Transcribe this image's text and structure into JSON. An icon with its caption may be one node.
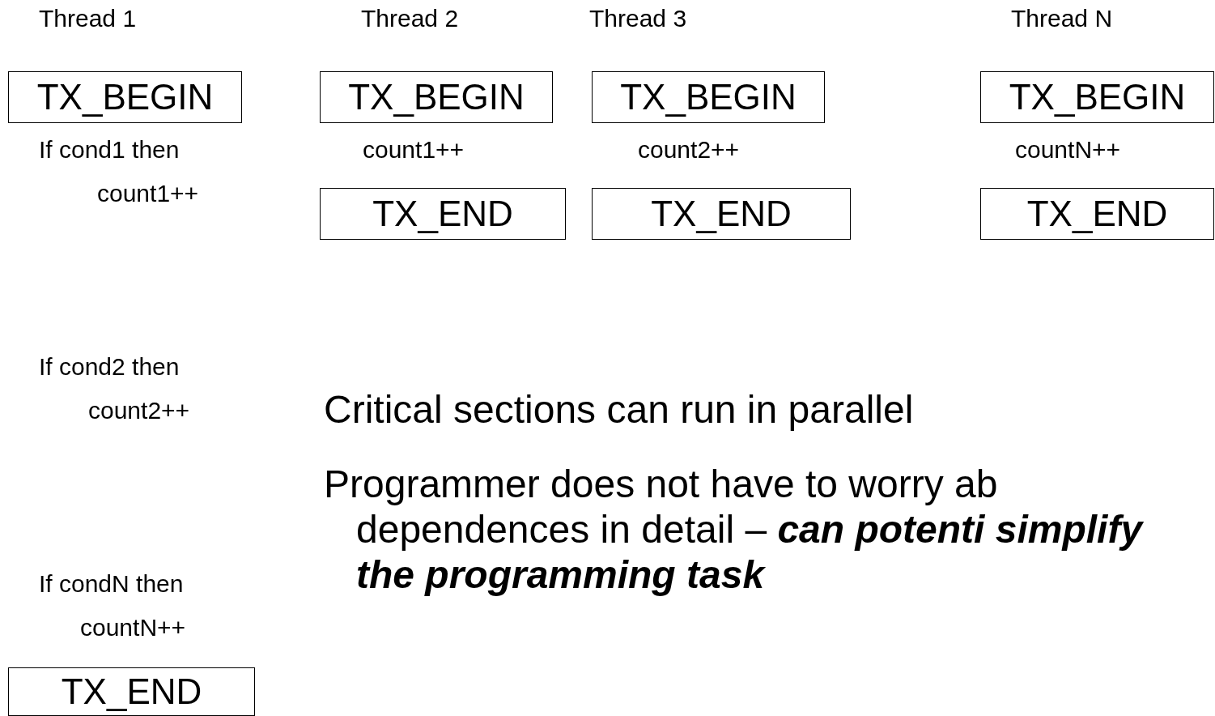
{
  "diagram": {
    "nodes": [
      {
        "text": [
          "TX_BEGIN"
        ]
      },
      {
        "text": [
          "TX_BEGIN"
        ]
      },
      {
        "text": [
          "TX_BEGIN"
        ]
      },
      {
        "text": [
          "TX_BEGIN"
        ]
      },
      {
        "text": [
          "TX_END"
        ]
      },
      {
        "text": [
          "TX_END"
        ]
      },
      {
        "text": [
          "TX_END"
        ]
      },
      {
        "text": [
          "TX_END"
        ]
      }
    ],
    "edges": [],
    "labels": [
      "Thread 1",
      "Thread 2",
      "Thread 3",
      "Thread N",
      "If cond1 then",
      "count1++",
      "count2++",
      "countN++",
      "count1++",
      "If cond2 then",
      "count2++",
      "Critical sections can run in parallel",
      "Programmer does not have to worry ab dependences in detail – **can potenti simplify the programming task**",
      "If condN then",
      "countN++"
    ]
  }
}
